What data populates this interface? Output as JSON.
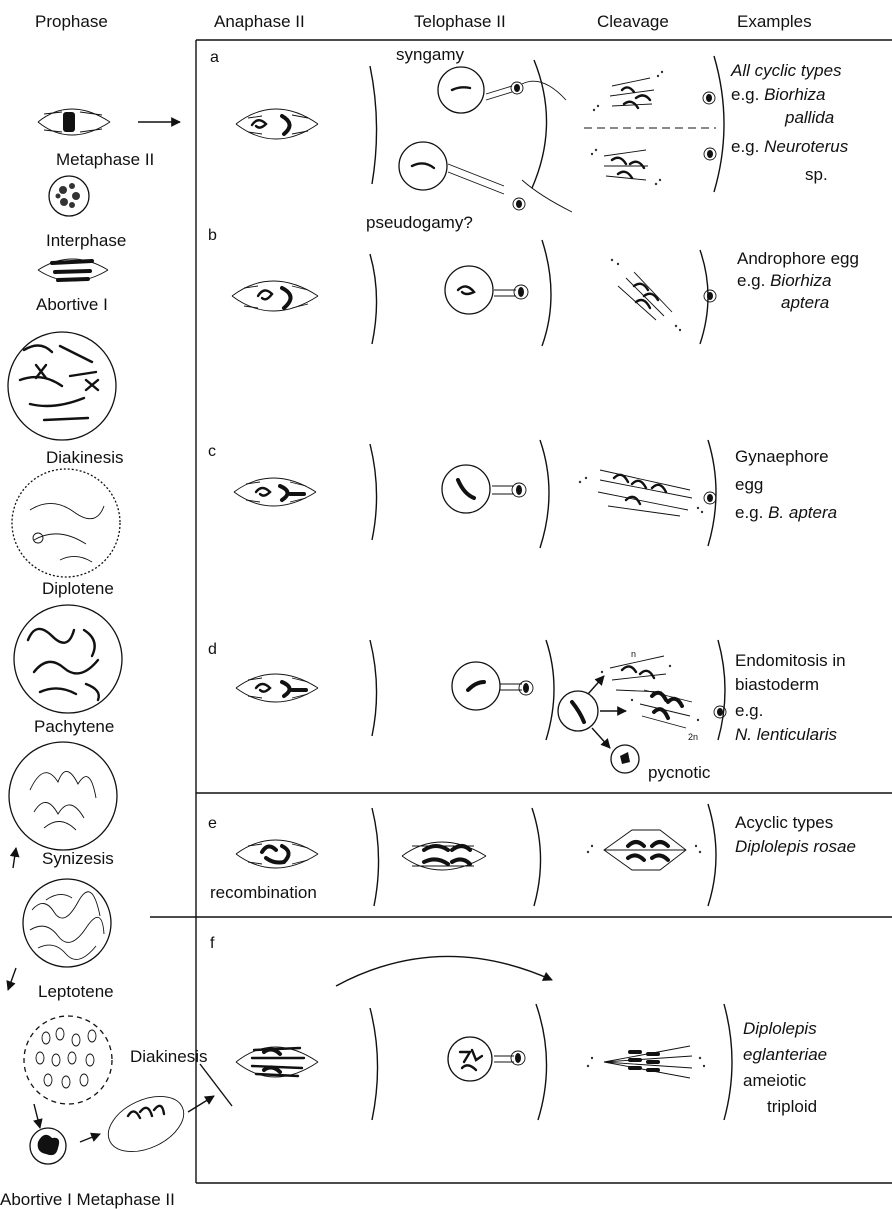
{
  "headers": {
    "prophase": "Prophase",
    "anaphase_ii": "Anaphase II",
    "telophase_ii": "Telophase II",
    "cleavage": "Cleavage",
    "examples": "Examples"
  },
  "prophase_stages": {
    "metaphase_ii": "Metaphase II",
    "interphase": "Interphase",
    "abortive_i": "Abortive I",
    "diakinesis": "Diakinesis",
    "diplotene": "Diplotene",
    "pachytene": "Pachytene",
    "synizesis": "Synizesis",
    "leptotene": "Leptotene",
    "diakinesis_2": "Diakinesis",
    "bottom_caption": "Abortive I Metaphase II"
  },
  "rows": {
    "a": {
      "letter": "a",
      "syngamy": "syngamy",
      "pseudogamy": "pseudogamy?",
      "ex_line1": "All cyclic types",
      "ex_line2_prefix": "e.g.",
      "ex_line2_it": "Biorhiza",
      "ex_line3": "pallida",
      "ex_line4_prefix": "e.g.",
      "ex_line4_it": "Neuroterus",
      "ex_line5": "sp."
    },
    "b": {
      "letter": "b",
      "ex_line1": "Androphore egg",
      "ex_line2_prefix": "e.g.",
      "ex_line2_it": "Biorhiza",
      "ex_line3": "aptera"
    },
    "c": {
      "letter": "c",
      "ex_line1": "Gynaephore",
      "ex_line2": "egg",
      "ex_line3_prefix": "e.g.",
      "ex_line3_it": "B. aptera"
    },
    "d": {
      "letter": "d",
      "pycnotic": "pycnotic",
      "n": "n",
      "two_n": "2n",
      "ex_line1": "Endomitosis in",
      "ex_line2": "biastoderm",
      "ex_line3": "e.g.",
      "ex_line4": "N. lenticularis"
    },
    "e": {
      "letter": "e",
      "recombination": "recombination",
      "ex_line1": "Acyclic types",
      "ex_line2": "Diplolepis rosae"
    },
    "f": {
      "letter": "f",
      "ex_line1": "Diplolepis",
      "ex_line2": "eglanteriae",
      "ex_line3": "ameiotic",
      "ex_line4": "triploid"
    }
  }
}
